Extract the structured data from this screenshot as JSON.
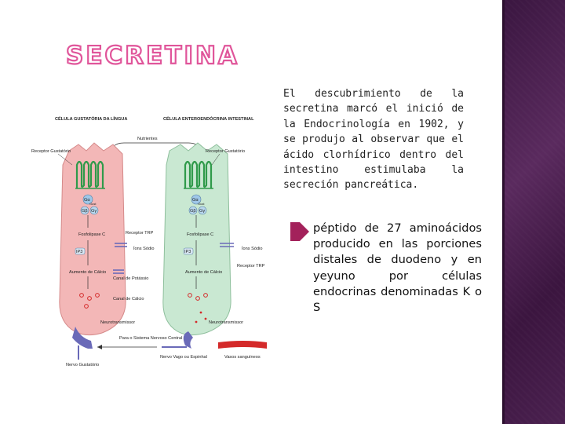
{
  "title": "SECRETINA",
  "intro_text": "El descubrimiento de la secretina marcó el inició de la Endocrinología en 1902, y se produjo al observar que el ácido clorhídrico dentro del intestino estimulaba la secreción pancreática.",
  "bullet_text": "péptido de 27 aminoácidos producido en las porciones distales de duodeno y en yeyuno por células endocrinas denominadas K o S",
  "diagram": {
    "left_cell_title": "CÉLULA GUSTATÓRIA DA LÍNGUA",
    "right_cell_title": "CÉLULA ENTEROENDÓCRINA INTESTINAL",
    "nutrients": "Nutrientes",
    "receptor_left": "Receptor Gustatório",
    "receptor_right": "Receptor Gustatório",
    "g_alpha": "Gα",
    "gust": "Gust",
    "g_beta": "Gβ",
    "g_gamma": "Gγ",
    "phospholipase_left": "Fosfolipase C",
    "phospholipase_right": "Fosfolipase C",
    "trp_receptor": "Receptor TRP",
    "sodium_left": "Íons Sódio",
    "sodium_right": "Íons Sódio",
    "ip3_left": "IP3",
    "ip3_right": "IP3",
    "trp_receptor_right": "Receptor TRP",
    "calcium_left": "Aumento de Cálcio",
    "calcium_right": "Aumento de Cálcio",
    "potassium": "Canal de Potássio",
    "calcium_channel": "Canal de Cálcio",
    "neuro_left": "Neurotransmissor",
    "neuro_right": "Neurotransmissor",
    "nerve_left": "Nervo Gustatório",
    "system": "Para o Sistema Nervoso Central",
    "vagus": "Nervo Vago ou Espinhal",
    "vessels": "Vasos sanguíneos"
  },
  "colors": {
    "title_pink": "#e0559a",
    "sidebar": "#4a1f4f",
    "left_cell": "#f3b7b7",
    "right_cell": "#c9e8d2",
    "receptor_green": "#2f9a4a",
    "arrow_magenta": "#a3215b",
    "nerve_purple": "#6a6ab8",
    "vessel_red": "#d42a2a"
  }
}
